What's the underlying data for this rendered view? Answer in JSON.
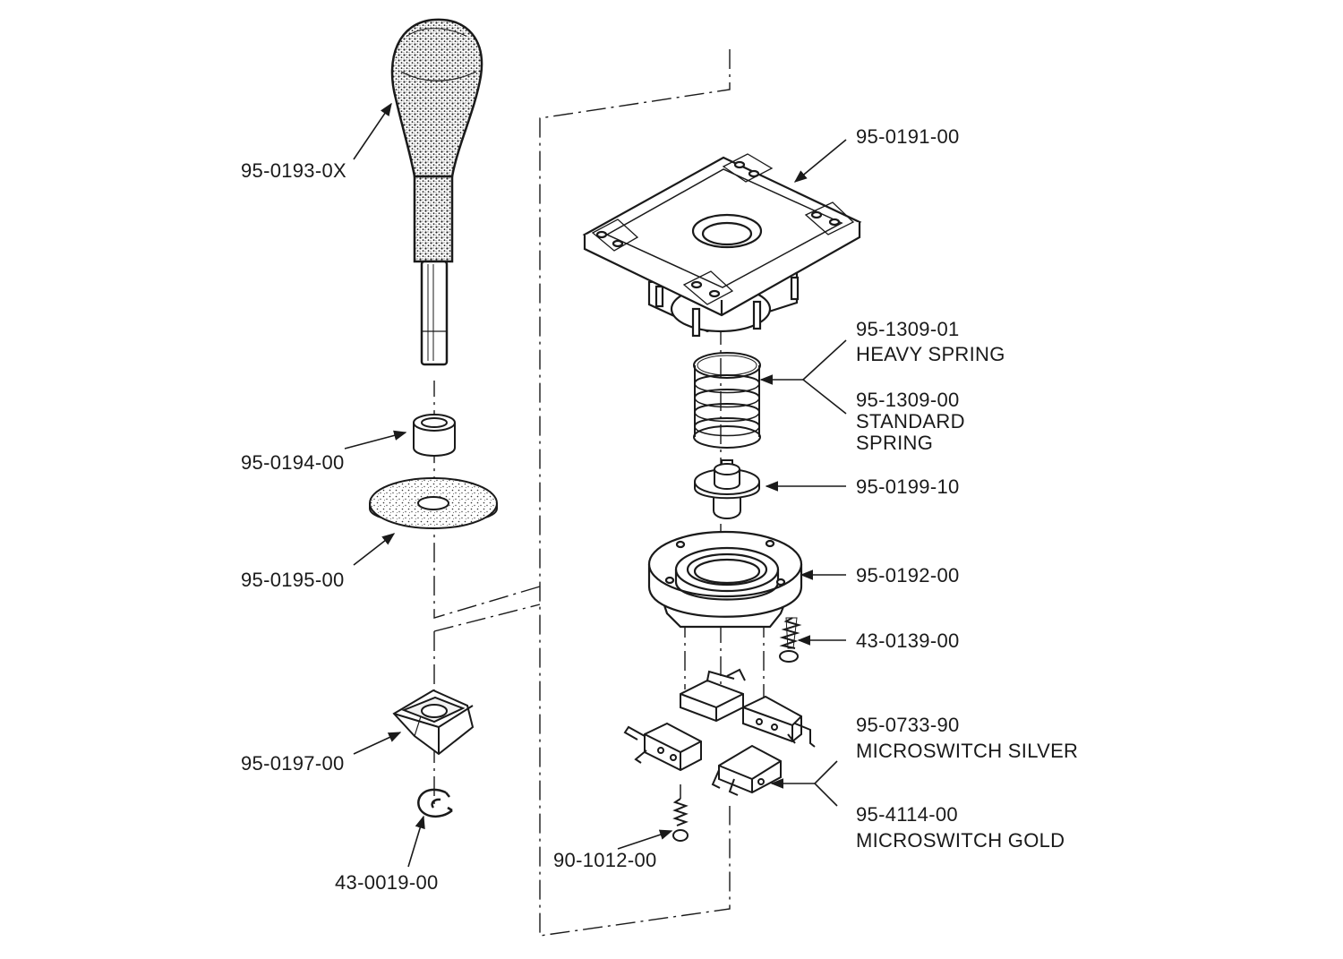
{
  "colors": {
    "line": "#1a1a1a",
    "shade": "#3a3a3a",
    "paper": "#ffffff"
  },
  "parts": {
    "handle": {
      "number": "95-0193-0X",
      "icon": "joystick-handle-icon"
    },
    "bushing": {
      "number": "95-0194-00",
      "icon": "bushing-icon"
    },
    "dust_washer": {
      "number": "95-0195-00",
      "icon": "dust-washer-icon"
    },
    "actuator": {
      "number": "95-0197-00",
      "icon": "actuator-icon"
    },
    "e_clip": {
      "number": "43-0019-00",
      "icon": "e-clip-icon"
    },
    "top_plate": {
      "number": "95-0191-00",
      "icon": "top-plate-icon"
    },
    "heavy_spring": {
      "number": "95-1309-01",
      "desc": "HEAVY SPRING",
      "icon": "spring-icon"
    },
    "standard_spring": {
      "number": "95-1309-00",
      "desc_line1": "STANDARD",
      "desc_line2": "SPRING"
    },
    "pivot": {
      "number": "95-0199-10",
      "icon": "pivot-icon"
    },
    "base": {
      "number": "95-0192-00",
      "icon": "base-housing-icon"
    },
    "base_screw": {
      "number": "43-0139-00",
      "icon": "screw-icon"
    },
    "switch_silver": {
      "number": "95-0733-90",
      "desc": "MICROSWITCH SILVER",
      "icon": "microswitch-icon"
    },
    "switch_gold": {
      "number": "95-4114-00",
      "desc": "MICROSWITCH GOLD"
    },
    "switch_screw": {
      "number": "90-1012-00",
      "icon": "screw-icon"
    }
  }
}
